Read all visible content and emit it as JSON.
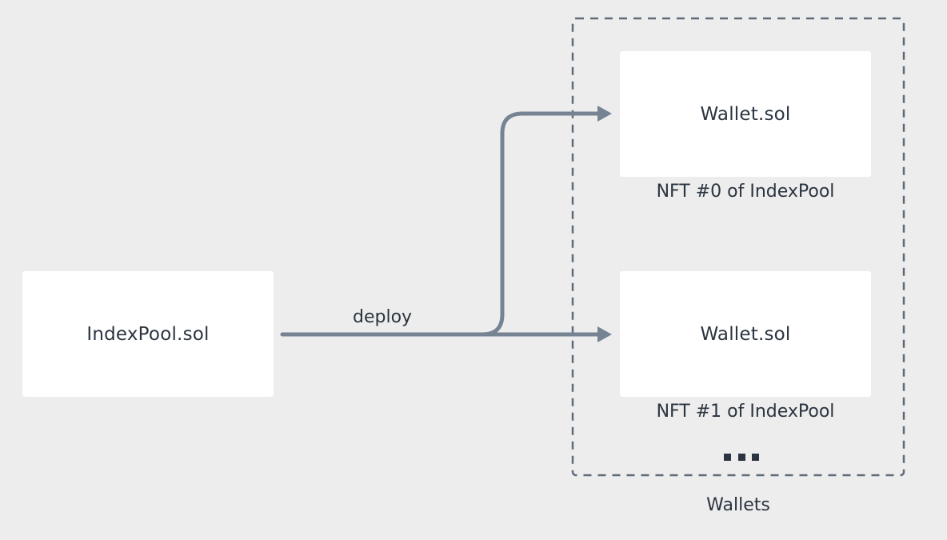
{
  "nodes": {
    "indexpool": {
      "label": "IndexPool.sol"
    },
    "wallet_0": {
      "label": "Wallet.sol",
      "caption": "NFT #0 of IndexPool"
    },
    "wallet_1": {
      "label": "Wallet.sol",
      "caption": "NFT #1 of IndexPool"
    }
  },
  "edges": {
    "deploy": {
      "label": "deploy"
    }
  },
  "group": {
    "label": "Wallets",
    "more_indicator": "ellipsis-icon"
  },
  "colors": {
    "background": "#ededed",
    "box_fill": "#ffffff",
    "arrow": "#758393",
    "group_border": "#5f6b78",
    "text": "#2b3440"
  }
}
